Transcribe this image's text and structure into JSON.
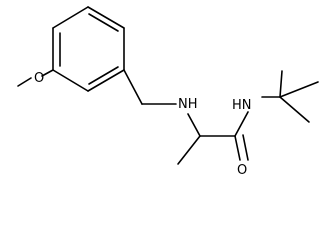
{
  "structure": {
    "atoms": {
      "ether_o": "O",
      "amine_nh": "NH",
      "amide_nh": "HN",
      "carbonyl_o": "O"
    }
  }
}
